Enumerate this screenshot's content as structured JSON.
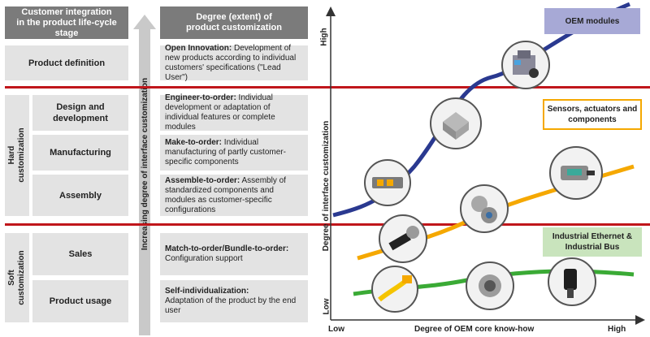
{
  "left": {
    "header_stage": "Customer integration\nin the product life-cycle stage",
    "header_degree": "Degree (extent) of\nproduct customization",
    "arrow_label": "Increasing degree of interface customization",
    "group_hard": "Hard\ncustomization",
    "group_soft": "Soft\ncustomization",
    "stages": [
      {
        "name": "Product definition",
        "desc_bold": "Open Innovation:",
        "desc": " Development of new products according to individual customers' specifications (\"Lead User\")"
      },
      {
        "name": "Design and\ndevelopment",
        "desc_bold": "Engineer-to-order:",
        "desc": " Individual development or adaptation of individual features or complete modules"
      },
      {
        "name": "Manufacturing",
        "desc_bold": "Make-to-order:",
        "desc": " Individual manufacturing of partly customer-specific components"
      },
      {
        "name": "Assembly",
        "desc_bold": "Assemble-to-order:",
        "desc": " Assembly of standardized components and modules as customer-specific configurations"
      },
      {
        "name": "Sales",
        "desc_bold": "Match-to-order/Bundle-to-order:",
        "desc": " Configuration support"
      },
      {
        "name": "Product usage",
        "desc_bold": "Self-individualization:",
        "desc": " Adaptation of the product by the end user"
      }
    ]
  },
  "right": {
    "y_axis_label": "Degree of interface customization",
    "y_high": "High",
    "y_low": "Low",
    "x_axis_label": "Degree of OEM core know-how",
    "x_low": "Low",
    "x_high": "High",
    "legends": [
      {
        "text": "OEM modules",
        "bg": "#a7a9d6",
        "border": "#a7a9d6"
      },
      {
        "text": "Sensors, actuators and\ncomponents",
        "bg": "#ffffff",
        "border": "#f5a800"
      },
      {
        "text": "Industrial Ethernet &\nIndustrial Bus",
        "bg": "#c9e4bd",
        "border": "#c9e4bd"
      }
    ],
    "curve_colors": {
      "oem": "#2a3990",
      "sensors": "#f5a800",
      "ethernet": "#3aaa35"
    }
  }
}
